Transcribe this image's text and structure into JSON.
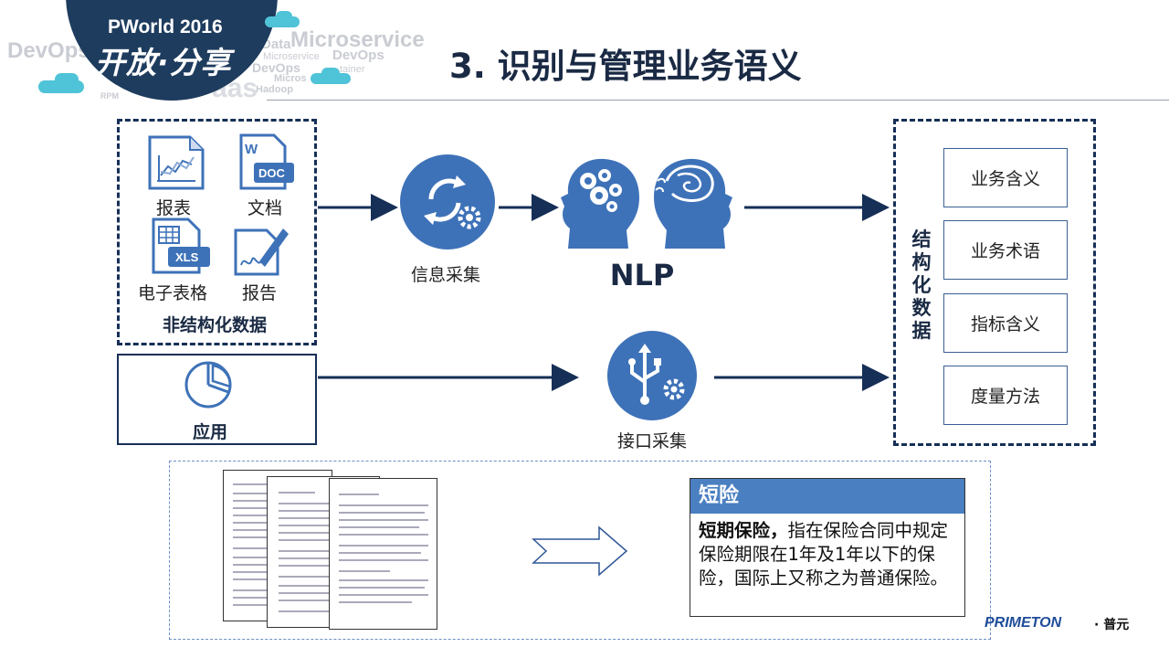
{
  "header": {
    "logo_line1": "PWorld 2016",
    "logo_line2": "开放·分享",
    "tag_words": [
      "DevOps",
      "Data",
      "Microservice",
      "Microservice",
      "DevOps",
      "DevOps",
      "tainer",
      "Micros",
      "Hadoop",
      "RPM",
      "Paas"
    ],
    "title": "3. 识别与管理业务语义"
  },
  "sources": {
    "items": [
      {
        "label": "报表",
        "icon": "line-chart-report-icon"
      },
      {
        "label": "文档",
        "icon": "word-doc-icon"
      },
      {
        "label": "电子表格",
        "icon": "xls-spreadsheet-icon"
      },
      {
        "label": "报告",
        "icon": "signed-report-icon"
      }
    ],
    "group_label": "非结构化数据",
    "app_label": "应用",
    "app_icon": "pie-chart-icon"
  },
  "flow": {
    "collect_label": "信息采集",
    "nlp_label": "NLP",
    "interface_label": "接口采集"
  },
  "structured": {
    "title_chars": [
      "结",
      "构",
      "化",
      "数",
      "据"
    ],
    "terms": [
      "业务含义",
      "业务术语",
      "指标含义",
      "度量方法"
    ]
  },
  "example": {
    "definition_title": "短险",
    "definition_term": "短期保险，",
    "definition_text": "指在保险合同中规定保险期限在1年及1年以下的保险，国际上又称之为普通保险。"
  },
  "footer": {
    "brand": "PRIMETON",
    "brand_cn": "· 普元"
  },
  "colors": {
    "navy": "#162f57",
    "accent_blue": "#3e72b8",
    "header_blue": "#4a7fc1",
    "logo_bg": "#1e3c5e",
    "cloud": "#4fc3d7"
  }
}
